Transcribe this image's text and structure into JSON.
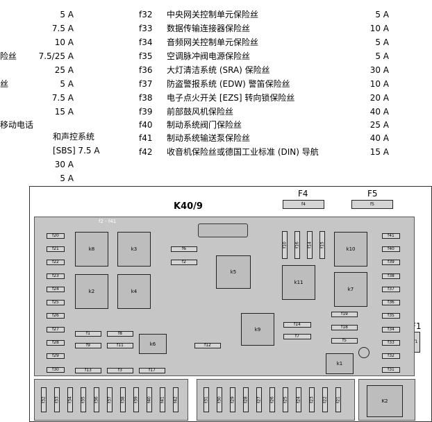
{
  "left_col": {
    "amps": [
      "5 A",
      "7.5 A",
      "10 A",
      "7.5/25 A",
      "25 A",
      "5 A",
      "7.5 A",
      "15 A"
    ],
    "fragments": [
      "险丝",
      "丝",
      "移动电话"
    ],
    "extra": [
      "和声控系统",
      "[SBS] 7.5 A",
      "30 A",
      "5 A"
    ]
  },
  "rows": [
    {
      "code": "f32",
      "desc": "中央网关控制单元保险丝",
      "amp": "5 A"
    },
    {
      "code": "f33",
      "desc": "数据传输连接器保险丝",
      "amp": "10 A"
    },
    {
      "code": "f34",
      "desc": "音频网关控制单元保险丝",
      "amp": "5 A"
    },
    {
      "code": "f35",
      "desc": "空调脉冲阀电源保险丝",
      "amp": "5 A"
    },
    {
      "code": "f36",
      "desc": "大灯清洁系统 (SRA) 保险丝",
      "amp": "30 A"
    },
    {
      "code": "f37",
      "desc": "防盗警报系统 (EDW) 警笛保险丝",
      "amp": "10 A"
    },
    {
      "code": "f38",
      "desc": "电子点火开关 [EZS] 转向锁保险丝",
      "amp": "20 A"
    },
    {
      "code": "f39",
      "desc": "前部鼓风机保险丝",
      "amp": "40 A"
    },
    {
      "code": "f40",
      "desc": "制动系统阀门保险丝",
      "amp": "25 A"
    },
    {
      "code": "f41",
      "desc": "制动系统输送泵保险丝",
      "amp": "40 A"
    },
    {
      "code": "f42",
      "desc": "收音机保险丝或德国工业标准 (DIN) 导航",
      "amp": "15 A"
    }
  ],
  "diagram": {
    "title": "K40/9",
    "F4": "F4",
    "f4": "f4",
    "F5": "F5",
    "f5": "f5",
    "F1": "F1",
    "f1_side": "f1",
    "range": "f2 - f41",
    "left_fuses": [
      "f20",
      "f21",
      "f22",
      "f23",
      "f24",
      "f25",
      "f26",
      "f27",
      "f28",
      "f29",
      "f30"
    ],
    "right_fuses": [
      "f41",
      "f40",
      "f39",
      "f38",
      "f37",
      "f36",
      "f35",
      "f34",
      "f33",
      "f32",
      "f31"
    ],
    "relays": {
      "k8": "k8",
      "k3": "k3",
      "k2": "k2",
      "k4": "k4",
      "k5": "k5",
      "k6": "k6",
      "k9": "k9",
      "k10": "k10",
      "k11": "k11",
      "k7": "k7",
      "k1": "k1",
      "K2": "K2"
    },
    "inner": {
      "f6": "f6",
      "f2": "f2",
      "f1": "f1",
      "f8": "f8",
      "f9": "f9",
      "f11": "f11",
      "f12": "f12",
      "f13": "f13",
      "f3": "f3",
      "f17": "f17",
      "f14": "f14",
      "f7": "f7",
      "f19": "f19",
      "f18": "f18",
      "f5": "f5",
      "f10": "f10",
      "f16": "f16",
      "f15": "f15"
    },
    "bottom_left": [
      "f32",
      "f33",
      "f34",
      "f35",
      "f36",
      "f37",
      "f38",
      "f39",
      "f40",
      "f41",
      "f42"
    ],
    "bottom_mid": [
      "f31",
      "f30",
      "f29",
      "f28",
      "f27",
      "f26",
      "f25",
      "f24",
      "f23",
      "f22",
      "f21"
    ]
  }
}
